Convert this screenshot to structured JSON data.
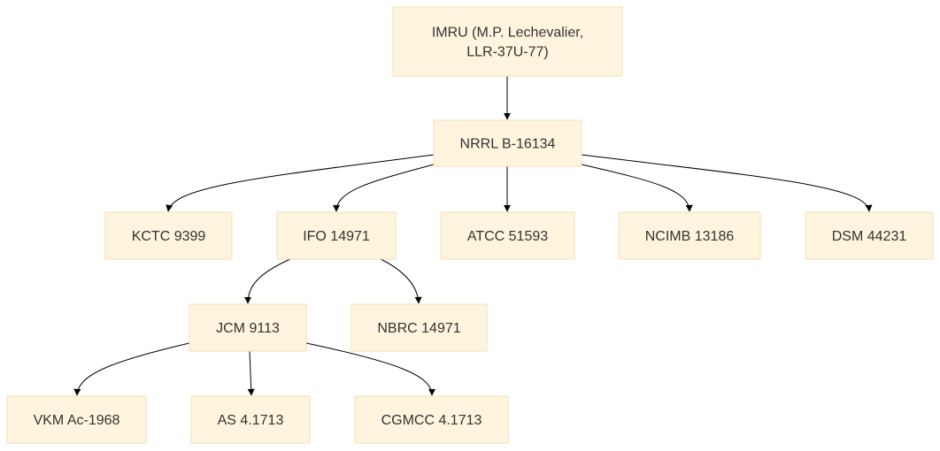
{
  "diagram": {
    "colors": {
      "node_fill": "#fff4dd",
      "node_stroke": "#f1e1b8",
      "text": "#333333",
      "edge": "#000000"
    },
    "nodes": [
      {
        "id": "imru",
        "lines": [
          "IMRU (M.P. Lechevalier,",
          "LLR-37U-77)"
        ]
      },
      {
        "id": "nrrl",
        "lines": [
          "NRRL B-16134"
        ]
      },
      {
        "id": "kctc",
        "lines": [
          "KCTC 9399"
        ]
      },
      {
        "id": "ifo",
        "lines": [
          "IFO 14971"
        ]
      },
      {
        "id": "atcc",
        "lines": [
          "ATCC 51593"
        ]
      },
      {
        "id": "ncimb",
        "lines": [
          "NCIMB 13186"
        ]
      },
      {
        "id": "dsm",
        "lines": [
          "DSM 44231"
        ]
      },
      {
        "id": "jcm",
        "lines": [
          "JCM 9113"
        ]
      },
      {
        "id": "nbrc",
        "lines": [
          "NBRC 14971"
        ]
      },
      {
        "id": "vkm",
        "lines": [
          "VKM Ac-1968"
        ]
      },
      {
        "id": "as",
        "lines": [
          "AS 4.1713"
        ]
      },
      {
        "id": "cgmcc",
        "lines": [
          "CGMCC 4.1713"
        ]
      }
    ],
    "edges": [
      {
        "from": "imru",
        "to": "nrrl"
      },
      {
        "from": "nrrl",
        "to": "kctc"
      },
      {
        "from": "nrrl",
        "to": "ifo"
      },
      {
        "from": "nrrl",
        "to": "atcc"
      },
      {
        "from": "nrrl",
        "to": "ncimb"
      },
      {
        "from": "nrrl",
        "to": "dsm"
      },
      {
        "from": "ifo",
        "to": "jcm"
      },
      {
        "from": "ifo",
        "to": "nbrc"
      },
      {
        "from": "jcm",
        "to": "vkm"
      },
      {
        "from": "jcm",
        "to": "as"
      },
      {
        "from": "jcm",
        "to": "cgmcc"
      }
    ]
  }
}
